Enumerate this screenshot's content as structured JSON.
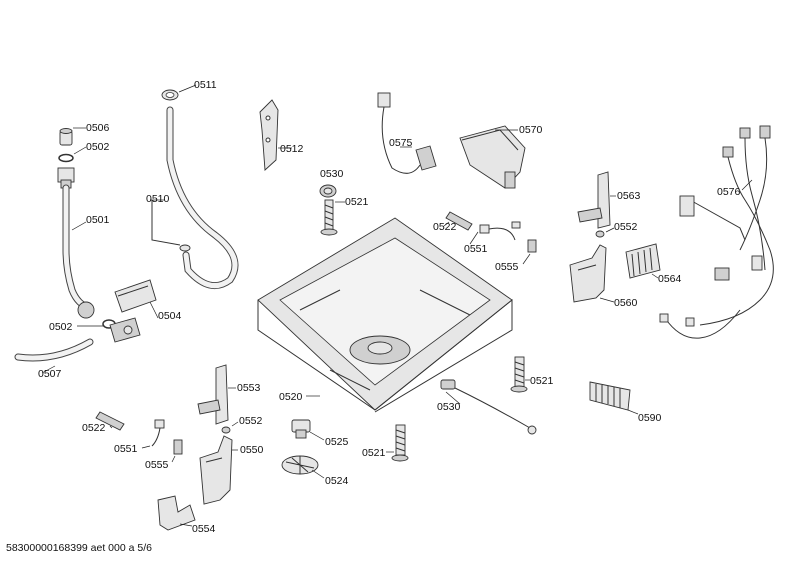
{
  "labels": {
    "p0511": "0511",
    "p0506": "0506",
    "p0502a": "0502",
    "p0512": "0512",
    "p0575": "0575",
    "p0570": "0570",
    "p0510": "0510",
    "p0530a": "0530",
    "p0521a": "0521",
    "p0501": "0501",
    "p0563": "0563",
    "p0576": "0576",
    "p0522a": "0522",
    "p0552a": "0552",
    "p0551a": "0551",
    "p0555a": "0555",
    "p0564": "0564",
    "p0560": "0560",
    "p0504": "0504",
    "p0502b": "0502",
    "p0507": "0507",
    "p0521b": "0521",
    "p0553": "0553",
    "p0520": "0520",
    "p0530b": "0530",
    "p0590": "0590",
    "p0552b": "0552",
    "p0522b": "0522",
    "p0550": "0550",
    "p0525": "0525",
    "p0551b": "0551",
    "p0521c": "0521",
    "p0555b": "0555",
    "p0524": "0524",
    "p0554": "0554"
  },
  "footer": "58300000168399 aet 000 a 5/6"
}
